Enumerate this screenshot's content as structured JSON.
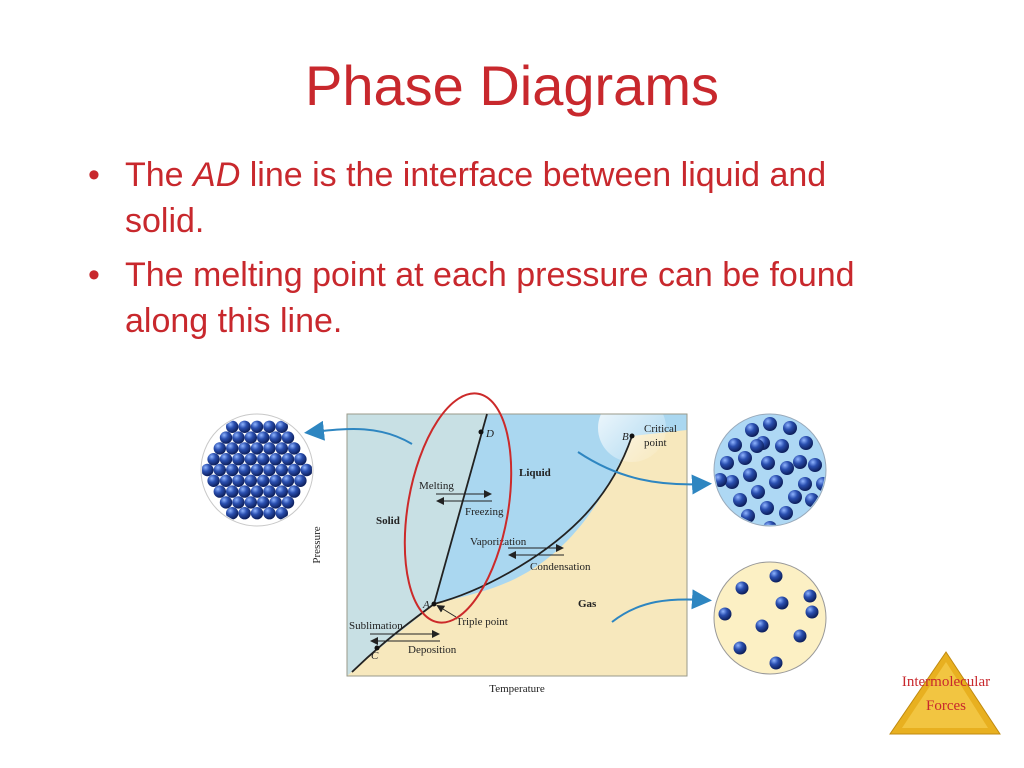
{
  "title": "Phase Diagrams",
  "bullets": [
    {
      "pre": "The ",
      "italic": "AD",
      "post": " line is the interface between liquid and solid."
    },
    {
      "text": "The melting point at each pressure can be found along this line."
    }
  ],
  "bullet_glyph": "•",
  "diagram": {
    "axis_x": "Temperature",
    "axis_y": "Pressure",
    "regions": {
      "solid": "Solid",
      "liquid": "Liquid",
      "gas": "Gas"
    },
    "points": {
      "A": "A",
      "B": "B",
      "C": "C",
      "D": "D"
    },
    "critical_point": [
      "Critical",
      "point"
    ],
    "triple_point": "Triple point",
    "transitions": {
      "melting": "Melting",
      "freezing": "Freezing",
      "vaporization": "Vaporization",
      "condensation": "Condensation",
      "sublimation": "Sublimation",
      "deposition": "Deposition"
    }
  },
  "logo": [
    "Intermolecular",
    "Forces"
  ],
  "colors": {
    "title": "#c8282d",
    "solid_region": "#c8e0e4",
    "liquid_region": "#aad7f0",
    "gas_region": "#f7e8bd",
    "highlight_ellipse": "#cc2a2a",
    "molecule": "#1e3d91",
    "arrow": "#2e86c1",
    "logo_triangle": "#e8b020"
  }
}
